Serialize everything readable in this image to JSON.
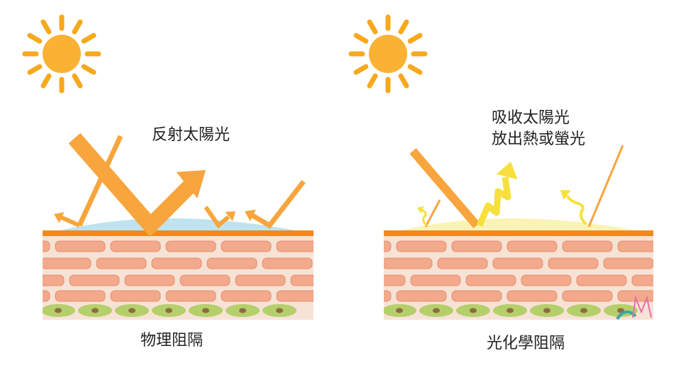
{
  "left_panel": {
    "effect_label": "反射太陽光",
    "caption": "物理阻隔"
  },
  "right_panel": {
    "effect_line1": "吸收太陽光",
    "effect_line2": "放出熱或螢光",
    "caption": "光化學阻隔"
  },
  "colors": {
    "sun": "#F9B233",
    "sun_rays": "#F7A81B",
    "arrow": "#F7A53C",
    "skin_surface": "#F08A1E",
    "brick": "#F2A98C",
    "mortar": "#F7E3D6",
    "cell": "#B5CF6B",
    "nucleus": "#8C6D3F",
    "physical_film": "#BFE3F0",
    "chemical_film": "#FBF3B5",
    "yellow_wave": "#F7E03C"
  },
  "icons": [
    "sun-icon",
    "reflection-arrow-icon",
    "absorption-wave-icon",
    "watermark-logo"
  ]
}
